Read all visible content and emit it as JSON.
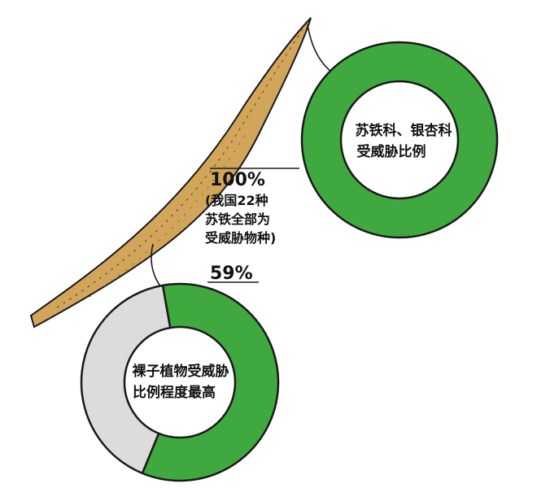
{
  "chart_data": [
    {
      "type": "pie",
      "variant": "donut",
      "value_label": "100%",
      "note_lines": [
        "(我国22种",
        "苏铁全部为",
        "受威胁物种)"
      ],
      "center_lines": [
        "苏铁科、银杏科",
        "受威胁比例"
      ],
      "slices": [
        {
          "value": 100,
          "color": "#3fa93f"
        }
      ]
    },
    {
      "type": "pie",
      "variant": "donut",
      "value_label": "59%",
      "center_lines": [
        "裸子植物受威胁",
        "比例程度最高"
      ],
      "slices": [
        {
          "value": 59,
          "color": "#3fa93f"
        },
        {
          "value": 41,
          "color": "#dcdcdc"
        }
      ]
    }
  ],
  "colors": {
    "green": "#3fa93f",
    "gray": "#dcdcdc",
    "ribbon": "#d2a65a",
    "outline": "#1a1a1a"
  }
}
